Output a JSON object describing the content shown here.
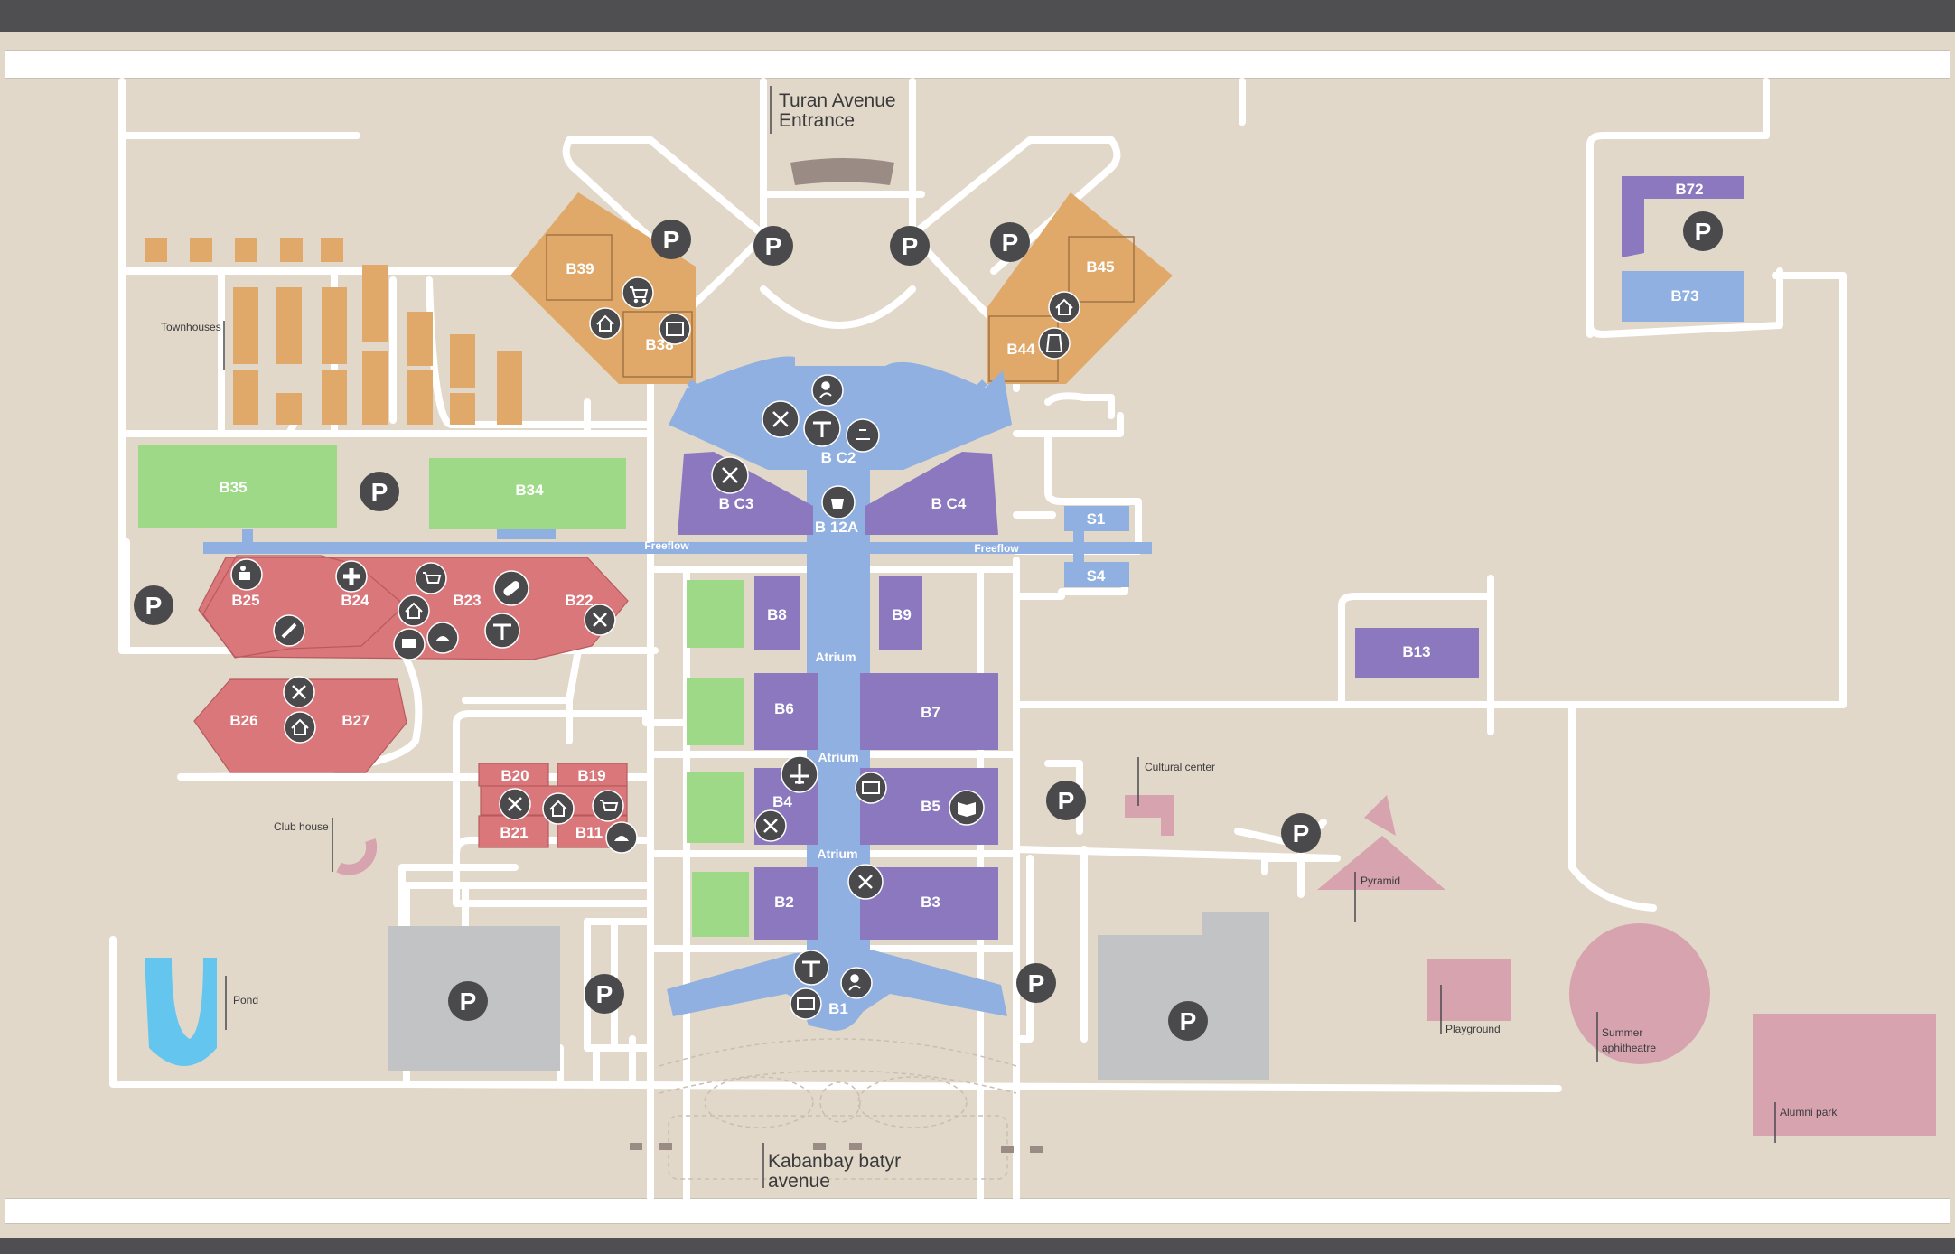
{
  "map": {
    "entrances": {
      "north": [
        "Turan Avenue",
        "Entrance"
      ],
      "south": [
        "Kabanbay batyr",
        "avenue"
      ]
    },
    "buildings": {
      "b39": "B39",
      "b38": "B38",
      "b45": "B45",
      "b44": "B44",
      "bc2": "B C2",
      "bc3": "B C3",
      "bc4": "B C4",
      "b12a": "B 12A",
      "b35": "B35",
      "b34": "B34",
      "b25": "B25",
      "b24": "B24",
      "b23": "B23",
      "b22": "B22",
      "b26": "B26",
      "b27": "B27",
      "b20": "B20",
      "b19": "B19",
      "b21": "B21",
      "b11": "B11",
      "b8": "B8",
      "b9": "B9",
      "b6": "B6",
      "b7": "B7",
      "b4": "B4",
      "b5": "B5",
      "b2": "B2",
      "b3": "B3",
      "b1": "B1",
      "s1": "S1",
      "s4": "S4",
      "b13": "B13",
      "b72": "B72",
      "b73": "B73"
    },
    "passages": {
      "freeflow_left": "Freeflow",
      "freeflow_right": "Freeflow",
      "atrium1": "Atrium",
      "atrium2": "Atrium",
      "atrium3": "Atrium"
    },
    "places": {
      "townhouses": "Townhouses",
      "club_house": "Club house",
      "pond": "Pond",
      "cultural_center": "Cultural center",
      "pyramid": "Pyramid",
      "playground": "Playground",
      "summer_amphitheatre": [
        "Summer",
        "aphitheatre"
      ],
      "alumni_park": "Alumni park"
    },
    "parking_symbol": "P",
    "legend_colors": {
      "academic": "#8b78bf",
      "residential_orange": "#e0a96a",
      "residential_red": "#d9777a",
      "light_blue": "#8fb0e0",
      "green": "#9dd987",
      "recreation_pink": "#d6a3ae",
      "parking_grey": "#c2c3c5",
      "pond_blue": "#64c6ee",
      "road": "#ffffff",
      "icon_dark": "#4a4a4c"
    },
    "icons": [
      "parking-icon",
      "shopping-cart-icon",
      "home-icon",
      "atm-icon",
      "restaurant-icon",
      "information-icon",
      "cafe-table-icon",
      "laundry-icon",
      "coffee-icon",
      "cinema-icon",
      "medical-cross-icon",
      "pill-icon",
      "stationery-icon",
      "laptop-icon",
      "shoe-repair-icon",
      "airplane-icon",
      "money-icon",
      "book-icon",
      "salon-chair-icon"
    ]
  }
}
